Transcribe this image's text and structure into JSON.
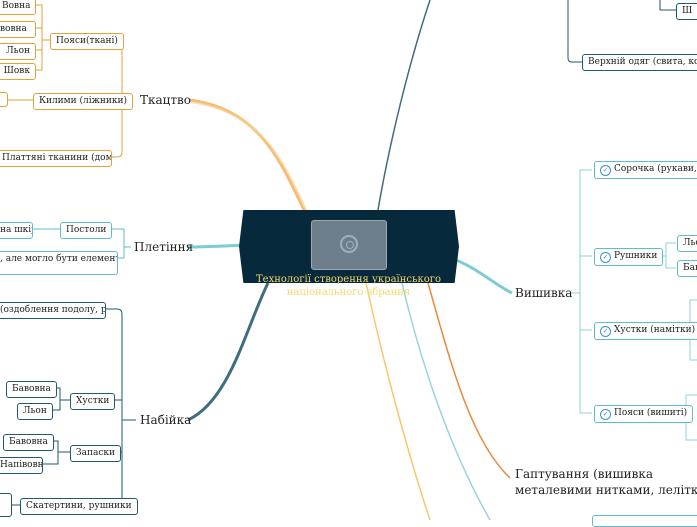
{
  "central": {
    "title_line1": "Технології створення українського",
    "title_line2": "національного вбрання"
  },
  "branches": {
    "weaving": "Ткацтво",
    "plaiting": "Плетіння",
    "printing": "Набійка",
    "embroidery": "Вишивка",
    "gold_line1": "Гаптування (вишивка",
    "gold_line2": "металевими нитками, лелітками)"
  },
  "weaving": {
    "belts": "Пояси(ткані)",
    "wool": "Вовна",
    "half_wool": "вовна",
    "linen": "Льон",
    "silk": "Шовк",
    "rugs": "Килими (ліжники)",
    "dress_fabric": "Платтяні тканини (домоткані)"
  },
  "plaiting": {
    "leather": "на шкіра",
    "postoly": "Постоли",
    "elements": ", але могло бути елементи"
  },
  "printing": {
    "hem": "(оздоблення подолу, рукавів)",
    "scarves": "Хустки",
    "cotton1": "Бавовна",
    "linen": "Льон",
    "aprons": "Запаски",
    "cotton2": "Бавовна",
    "half_cotton": "Напівовна",
    "tablecloths": "Скатертини, рушники"
  },
  "embroidery": {
    "shirt": "Сорочка (рукави, пазуш",
    "towels": "Рушники",
    "towel_linen": "Льо",
    "towel_cotton": "Бав",
    "scarves": "Хустки (намітки)",
    "belts": "Пояси (вишиті)"
  },
  "top_right": {
    "small": "Ш",
    "outerwear": "Верхній одяг (свита, кожух, кеп"
  },
  "colors": {
    "weaving": "#e3a13a",
    "plaiting": "#5fbcc9",
    "printing": "#1f5a6e",
    "central_bg": "#062a3c",
    "central_text": "#f5d76e"
  }
}
